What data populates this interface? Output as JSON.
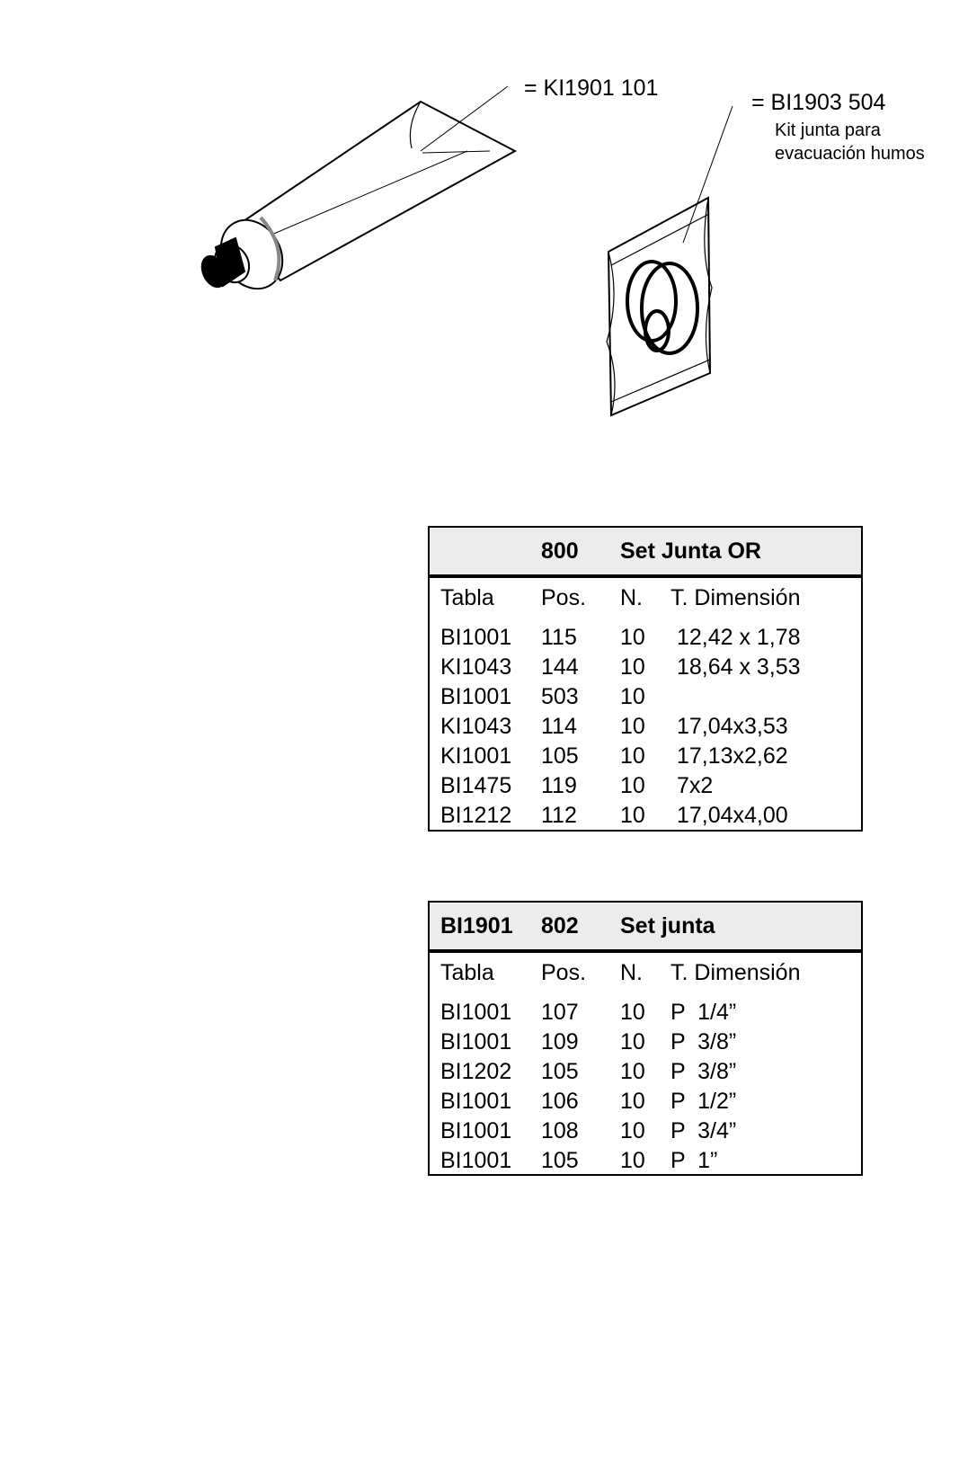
{
  "callouts": {
    "tube_code": "= KI1901 101",
    "bag_code": "= BI1903 504",
    "bag_desc_1": "Kit junta para",
    "bag_desc_2": "evacuación humos"
  },
  "tables": [
    {
      "header": {
        "code": "",
        "pos": "800",
        "title": "Set Junta OR"
      },
      "columns": [
        "Tabla",
        "Pos.",
        "N.",
        "T. Dimensión"
      ],
      "rows": [
        [
          "BI1001",
          "115",
          "10",
          " 12,42 x 1,78"
        ],
        [
          "KI1043",
          "144",
          "10",
          " 18,64 x 3,53"
        ],
        [
          "BI1001",
          "503",
          "10",
          ""
        ],
        [
          "KI1043",
          "114",
          "10",
          " 17,04x3,53"
        ],
        [
          "KI1001",
          "105",
          "10",
          " 17,13x2,62"
        ],
        [
          "BI1475",
          "119",
          "10",
          " 7x2"
        ],
        [
          "BI1212",
          "112",
          "10",
          " 17,04x4,00"
        ]
      ]
    },
    {
      "header": {
        "code": "BI1901",
        "pos": "802",
        "title": "Set junta"
      },
      "columns": [
        "Tabla",
        "Pos.",
        "N.",
        "T. Dimensión"
      ],
      "rows": [
        [
          "BI1001",
          "107",
          "10",
          "P  1/4”"
        ],
        [
          "BI1001",
          "109",
          "10",
          "P  3/8”"
        ],
        [
          "BI1202",
          "105",
          "10",
          "P  3/8”"
        ],
        [
          "BI1001",
          "106",
          "10",
          "P  1/2”"
        ],
        [
          "BI1001",
          "108",
          "10",
          "P  3/4”"
        ],
        [
          "BI1001",
          "105",
          "10",
          "P  1”"
        ]
      ]
    }
  ]
}
